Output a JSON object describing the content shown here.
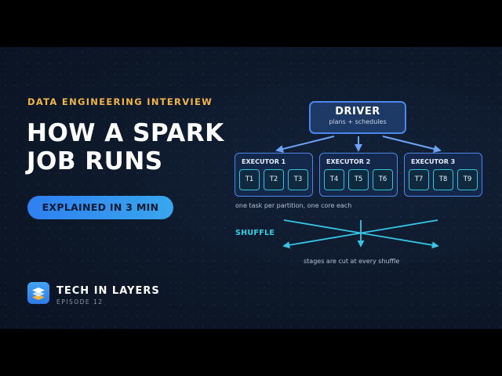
{
  "hero": {
    "eyebrow": "DATA ENGINEERING INTERVIEW",
    "title_line1": "HOW A SPARK",
    "title_line2": "JOB RUNS",
    "badge": "EXPLAINED IN 3 MIN"
  },
  "brand": {
    "name": "TECH IN LAYERS",
    "episode": "EPISODE 12",
    "logo_icon": "stacked-layers-icon"
  },
  "diagram": {
    "driver": {
      "title": "DRIVER",
      "subtitle": "plans + schedules"
    },
    "executors": [
      {
        "title": "EXECUTOR 1",
        "tasks": [
          "T1",
          "T2",
          "T3"
        ]
      },
      {
        "title": "EXECUTOR 2",
        "tasks": [
          "T4",
          "T5",
          "T6"
        ]
      },
      {
        "title": "EXECUTOR 3",
        "tasks": [
          "T7",
          "T8",
          "T9"
        ]
      }
    ],
    "executor_caption": "one task per partition, one core each",
    "shuffle_label": "SHUFFLE",
    "shuffle_caption": "stages are cut at every shuffle"
  },
  "colors": {
    "background": "#0d1829",
    "accent_orange": "#f1b548",
    "accent_blue": "#4d86e8",
    "accent_cyan": "#2fd0e6",
    "badge_gradient_start": "#2f7ff0",
    "badge_gradient_end": "#39a7ee"
  }
}
